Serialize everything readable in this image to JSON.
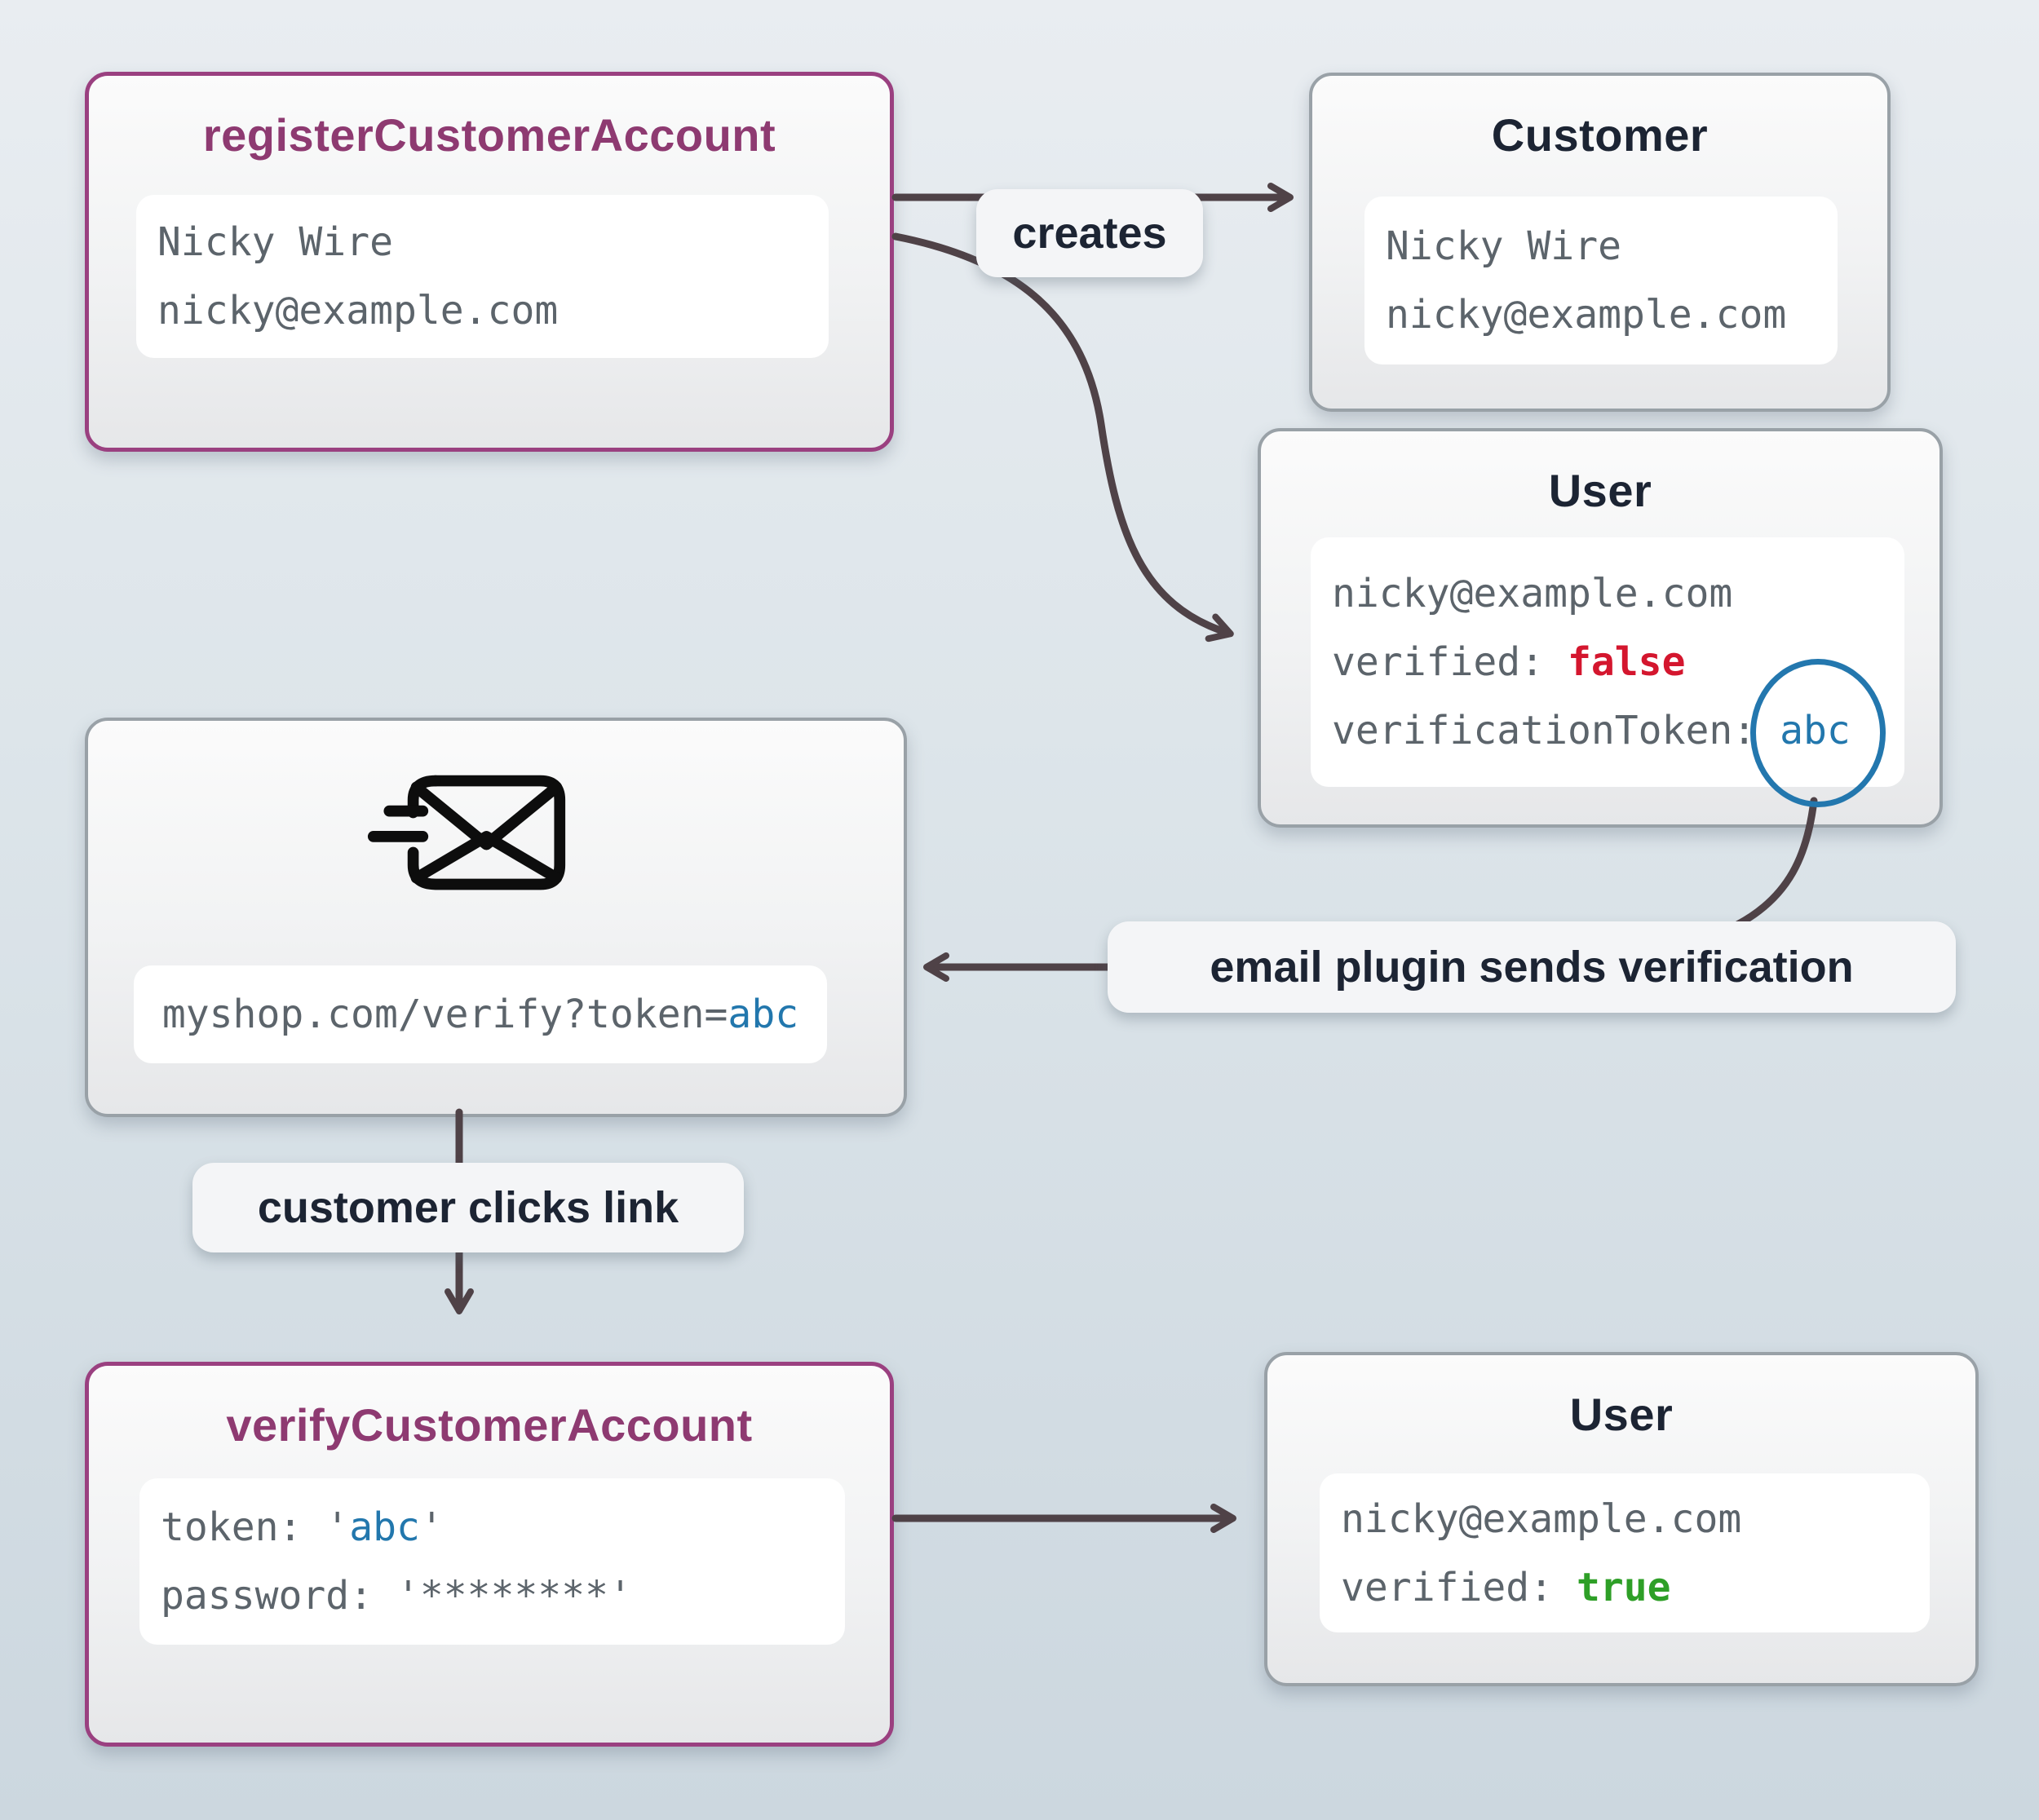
{
  "nodes": {
    "register": {
      "title": "registerCustomerAccount",
      "line1": "Nicky Wire",
      "line2": "nicky@example.com"
    },
    "customer": {
      "title": "Customer",
      "line1": "Nicky Wire",
      "line2": "nicky@example.com"
    },
    "user1": {
      "title": "User",
      "line1": "nicky@example.com",
      "line2_key": "verified: ",
      "line2_val": "false",
      "line3_key": "verificationToken: ",
      "line3_val": "abc"
    },
    "email": {
      "icon": "envelope-fast-icon",
      "url_prefix": "myshop.com/verify?token=",
      "url_token": "abc"
    },
    "verify": {
      "title": "verifyCustomerAccount",
      "line1_key": "token: ",
      "line1_open_quote": "'",
      "line1_val": "abc",
      "line1_close_quote": "'",
      "line2_key": "password: ",
      "line2_val": "'********'"
    },
    "user2": {
      "title": "User",
      "line1": "nicky@example.com",
      "line2_key": "verified: ",
      "line2_val": "true"
    }
  },
  "labels": {
    "creates": "creates",
    "email_plugin": "email plugin sends verification",
    "customer_clicks": "customer clicks link"
  },
  "colors": {
    "accent_purple_border": "#9a4080",
    "accent_purple_title": "#8e3a71",
    "gray_border": "#99a1a7",
    "dark_text": "#1c2433",
    "mono_gray": "#5c646b",
    "token_blue": "#2277ad",
    "false_red": "#d4162e",
    "true_green": "#2e9f27",
    "arrow": "#4f4247",
    "circle_blue": "#2377ae"
  }
}
